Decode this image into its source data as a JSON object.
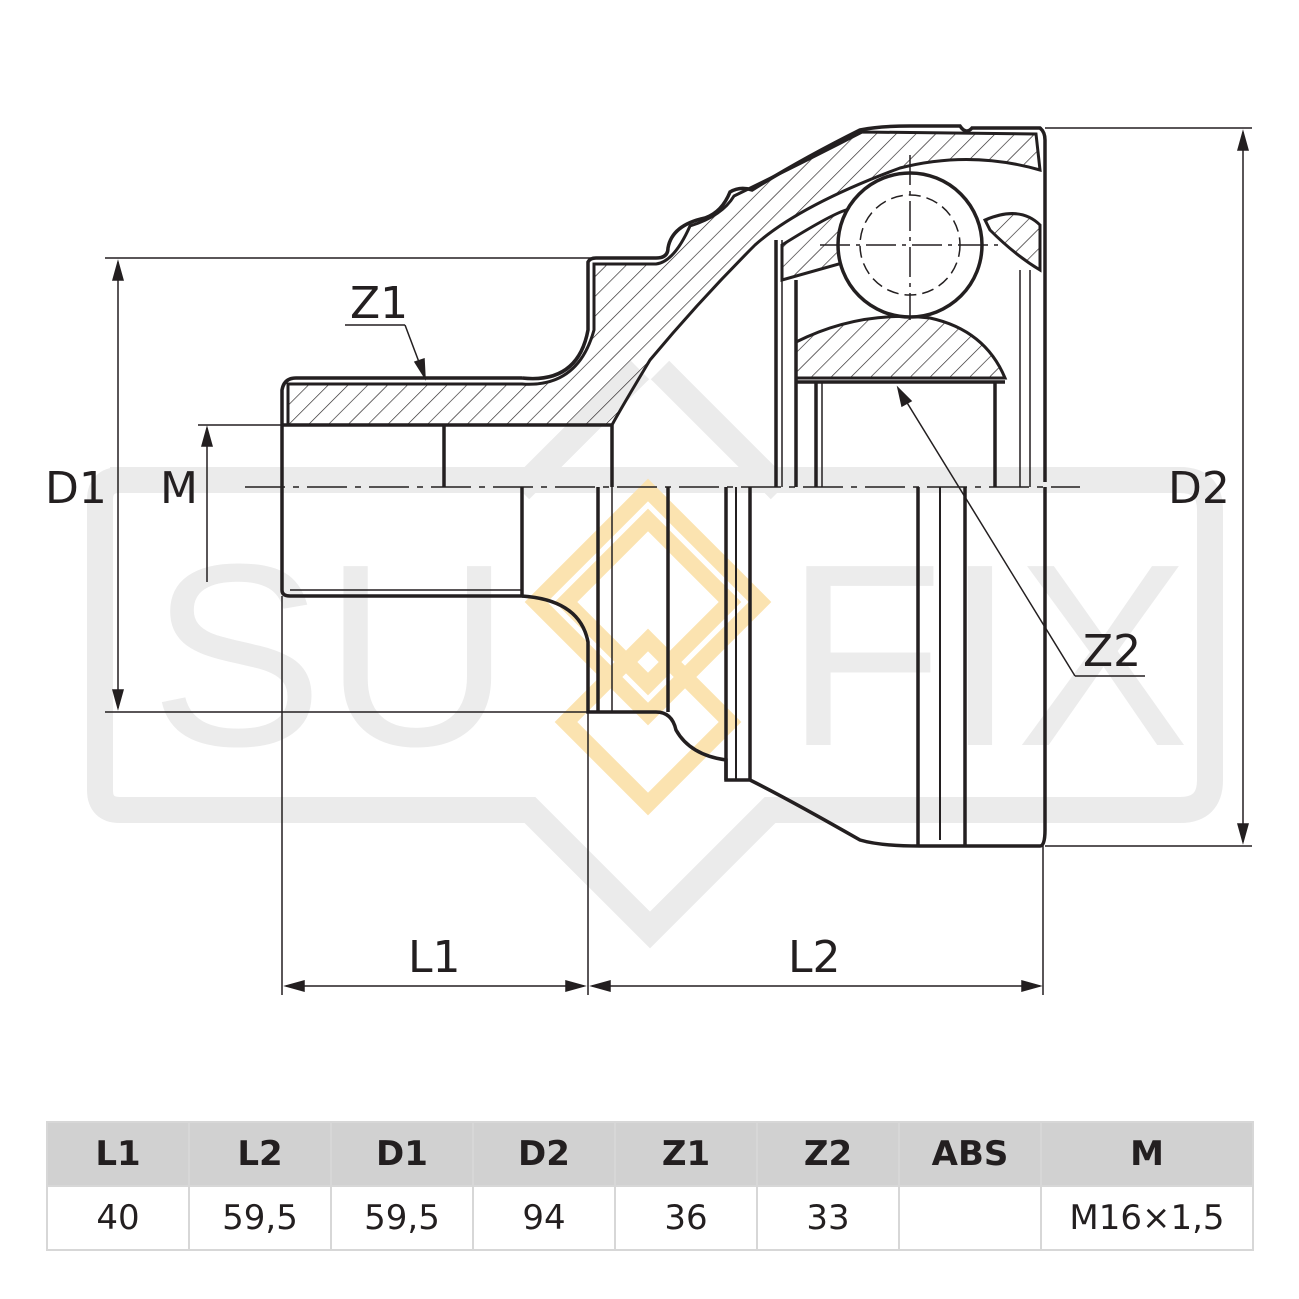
{
  "watermark": {
    "text_left": "SU",
    "text_right": "FIX",
    "color": "#e6e6e6",
    "accent": "#fbe3b0"
  },
  "labels": {
    "d1": "D1",
    "m": "M",
    "d2": "D2",
    "z1": "Z1",
    "z2": "Z2",
    "l1": "L1",
    "l2": "L2"
  },
  "table": {
    "headers": [
      "L1",
      "L2",
      "D1",
      "D2",
      "Z1",
      "Z2",
      "ABS",
      "M"
    ],
    "values": [
      "40",
      "59,5",
      "59,5",
      "94",
      "36",
      "33",
      "",
      "M16×1,5"
    ]
  }
}
